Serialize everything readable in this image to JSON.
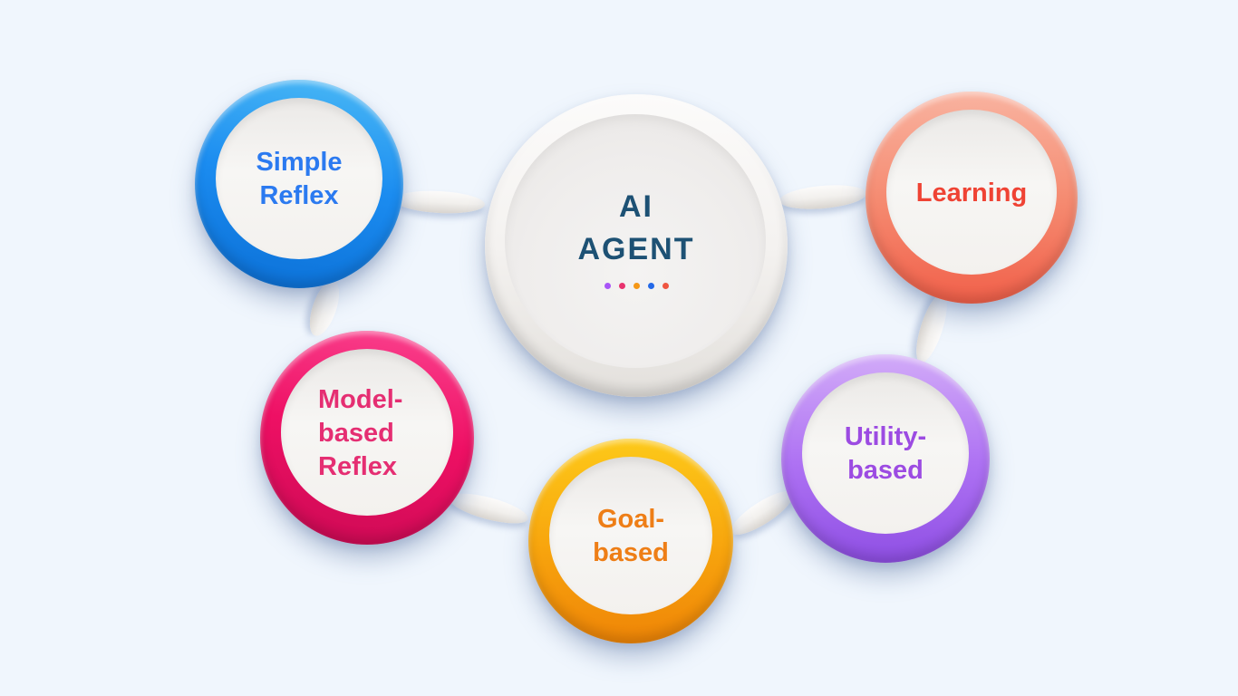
{
  "background_color": "#f0f6fd",
  "hub": {
    "label": "AI AGENT",
    "line1": "AI",
    "line2": "AGENT",
    "text_color": "#1d5174",
    "dot_colors": [
      "#a855f7",
      "#e8336e",
      "#f59716",
      "#2469e8",
      "#ef5540"
    ]
  },
  "nodes": [
    {
      "id": "simple-reflex",
      "label": "Simple Reflex",
      "lines": [
        "Simple",
        "Reflex"
      ],
      "ring_color": "#1b8cf0",
      "text_color": "#2b7af0"
    },
    {
      "id": "model-based-reflex",
      "label": "Model-based Reflex",
      "lines": [
        "Model-",
        "based",
        "Reflex"
      ],
      "ring_color": "#ee1064",
      "text_color": "#e52e72"
    },
    {
      "id": "goal-based",
      "label": "Goal-based",
      "lines": [
        "Goal-",
        "based"
      ],
      "ring_color": "#f8a70e",
      "text_color": "#ee7e16"
    },
    {
      "id": "utility-based",
      "label": "Utility-based",
      "lines": [
        "Utility-",
        "based"
      ],
      "ring_color": "#ae72f3",
      "text_color": "#9c4be2"
    },
    {
      "id": "learning",
      "label": "Learning",
      "lines": [
        "Learning"
      ],
      "ring_color": "#f58a70",
      "text_color": "#ef4334"
    }
  ]
}
